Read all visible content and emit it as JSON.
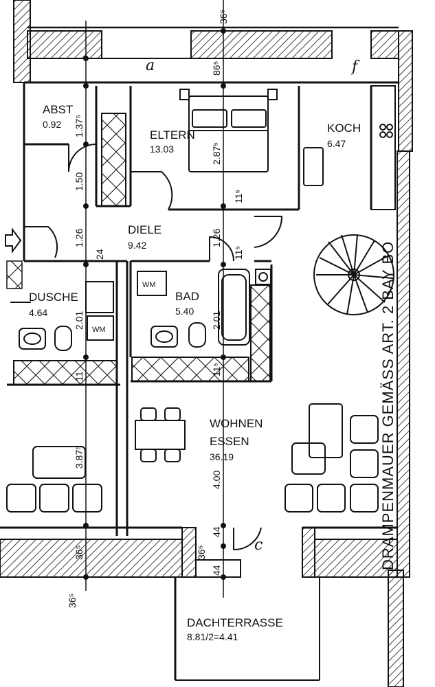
{
  "rooms": {
    "abst": {
      "name": "ABST",
      "area": "0.92"
    },
    "eltern": {
      "name": "ELTERN",
      "area": "13.03"
    },
    "koch": {
      "name": "KOCH",
      "area": "6.47"
    },
    "diele": {
      "name": "DIELE",
      "area": "9.42"
    },
    "dusche": {
      "name": "DUSCHE",
      "area": "4.64"
    },
    "bad": {
      "name": "BAD",
      "area": "5.40"
    },
    "wohnen": {
      "name": "WOHNEN",
      "name2": "ESSEN",
      "area": "36.19"
    },
    "terrasse": {
      "name": "DACHTERRASSE",
      "area": "8.81/2=4.41"
    }
  },
  "appliances": {
    "wm1": "WM",
    "wm2": "WM"
  },
  "dimensions": {
    "d_top": "36⁵",
    "d_abst": "1.37⁵",
    "d_eltern": "2.87⁵",
    "d_150": "1.50",
    "d_115a": "11⁵",
    "d_126a": "1.26",
    "d_126b": "1.26",
    "d_24": "24",
    "d_115b": "11⁵",
    "d_201a": "2.01",
    "d_201b": "2.01",
    "d_11": "11",
    "d_115c": "11⁵",
    "d_3875": "3.87⁵",
    "d_400": "4.00",
    "d_36l": "36⁵",
    "d_36m": "36⁵",
    "d_44a": "44",
    "d_44b": "44",
    "d_36bot": "36⁵",
    "d_865": "86⁵"
  },
  "handwritten": {
    "a": "a",
    "f": "f",
    "c": "c"
  },
  "side_note": "DRAMPENMAUER GEMÄSS ART. 2 BAY BO"
}
